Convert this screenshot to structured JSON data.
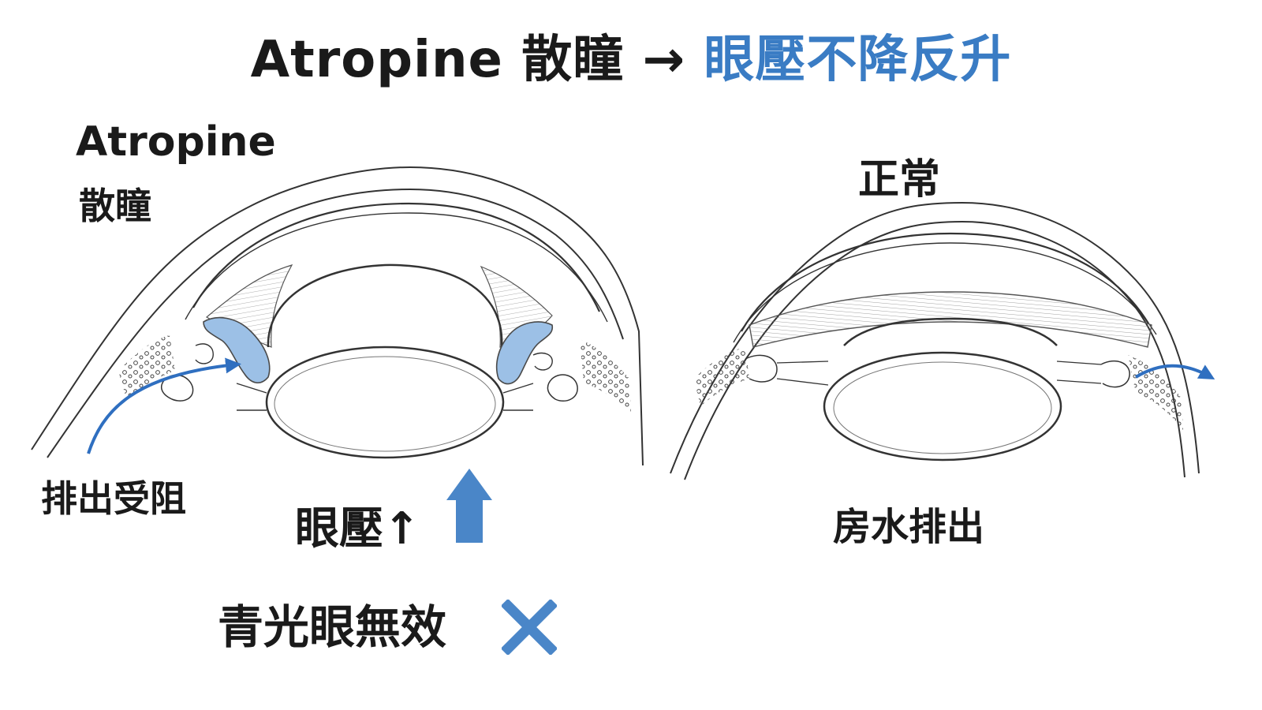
{
  "title": {
    "part1": "Atropine 散瞳",
    "arrow": "→",
    "part2": "眼壓不降反升"
  },
  "left_eye": {
    "heading_line1": "Atropine",
    "heading_line2": "散瞳",
    "outflow_label": "排出受阻",
    "pressure_label": "眼壓↑",
    "conclusion_label": "青光眼無效"
  },
  "right_eye": {
    "heading": "正常",
    "outflow_label": "房水排出"
  },
  "colors": {
    "accent": "#3a7cc4",
    "highlight_fill": "#9cc0e6",
    "text": "#1a1a1a",
    "line": "#333333"
  },
  "icons": {
    "up_arrow": "up-arrow-icon",
    "cross": "cross-icon",
    "flow_arrow": "flow-arrow-icon"
  }
}
